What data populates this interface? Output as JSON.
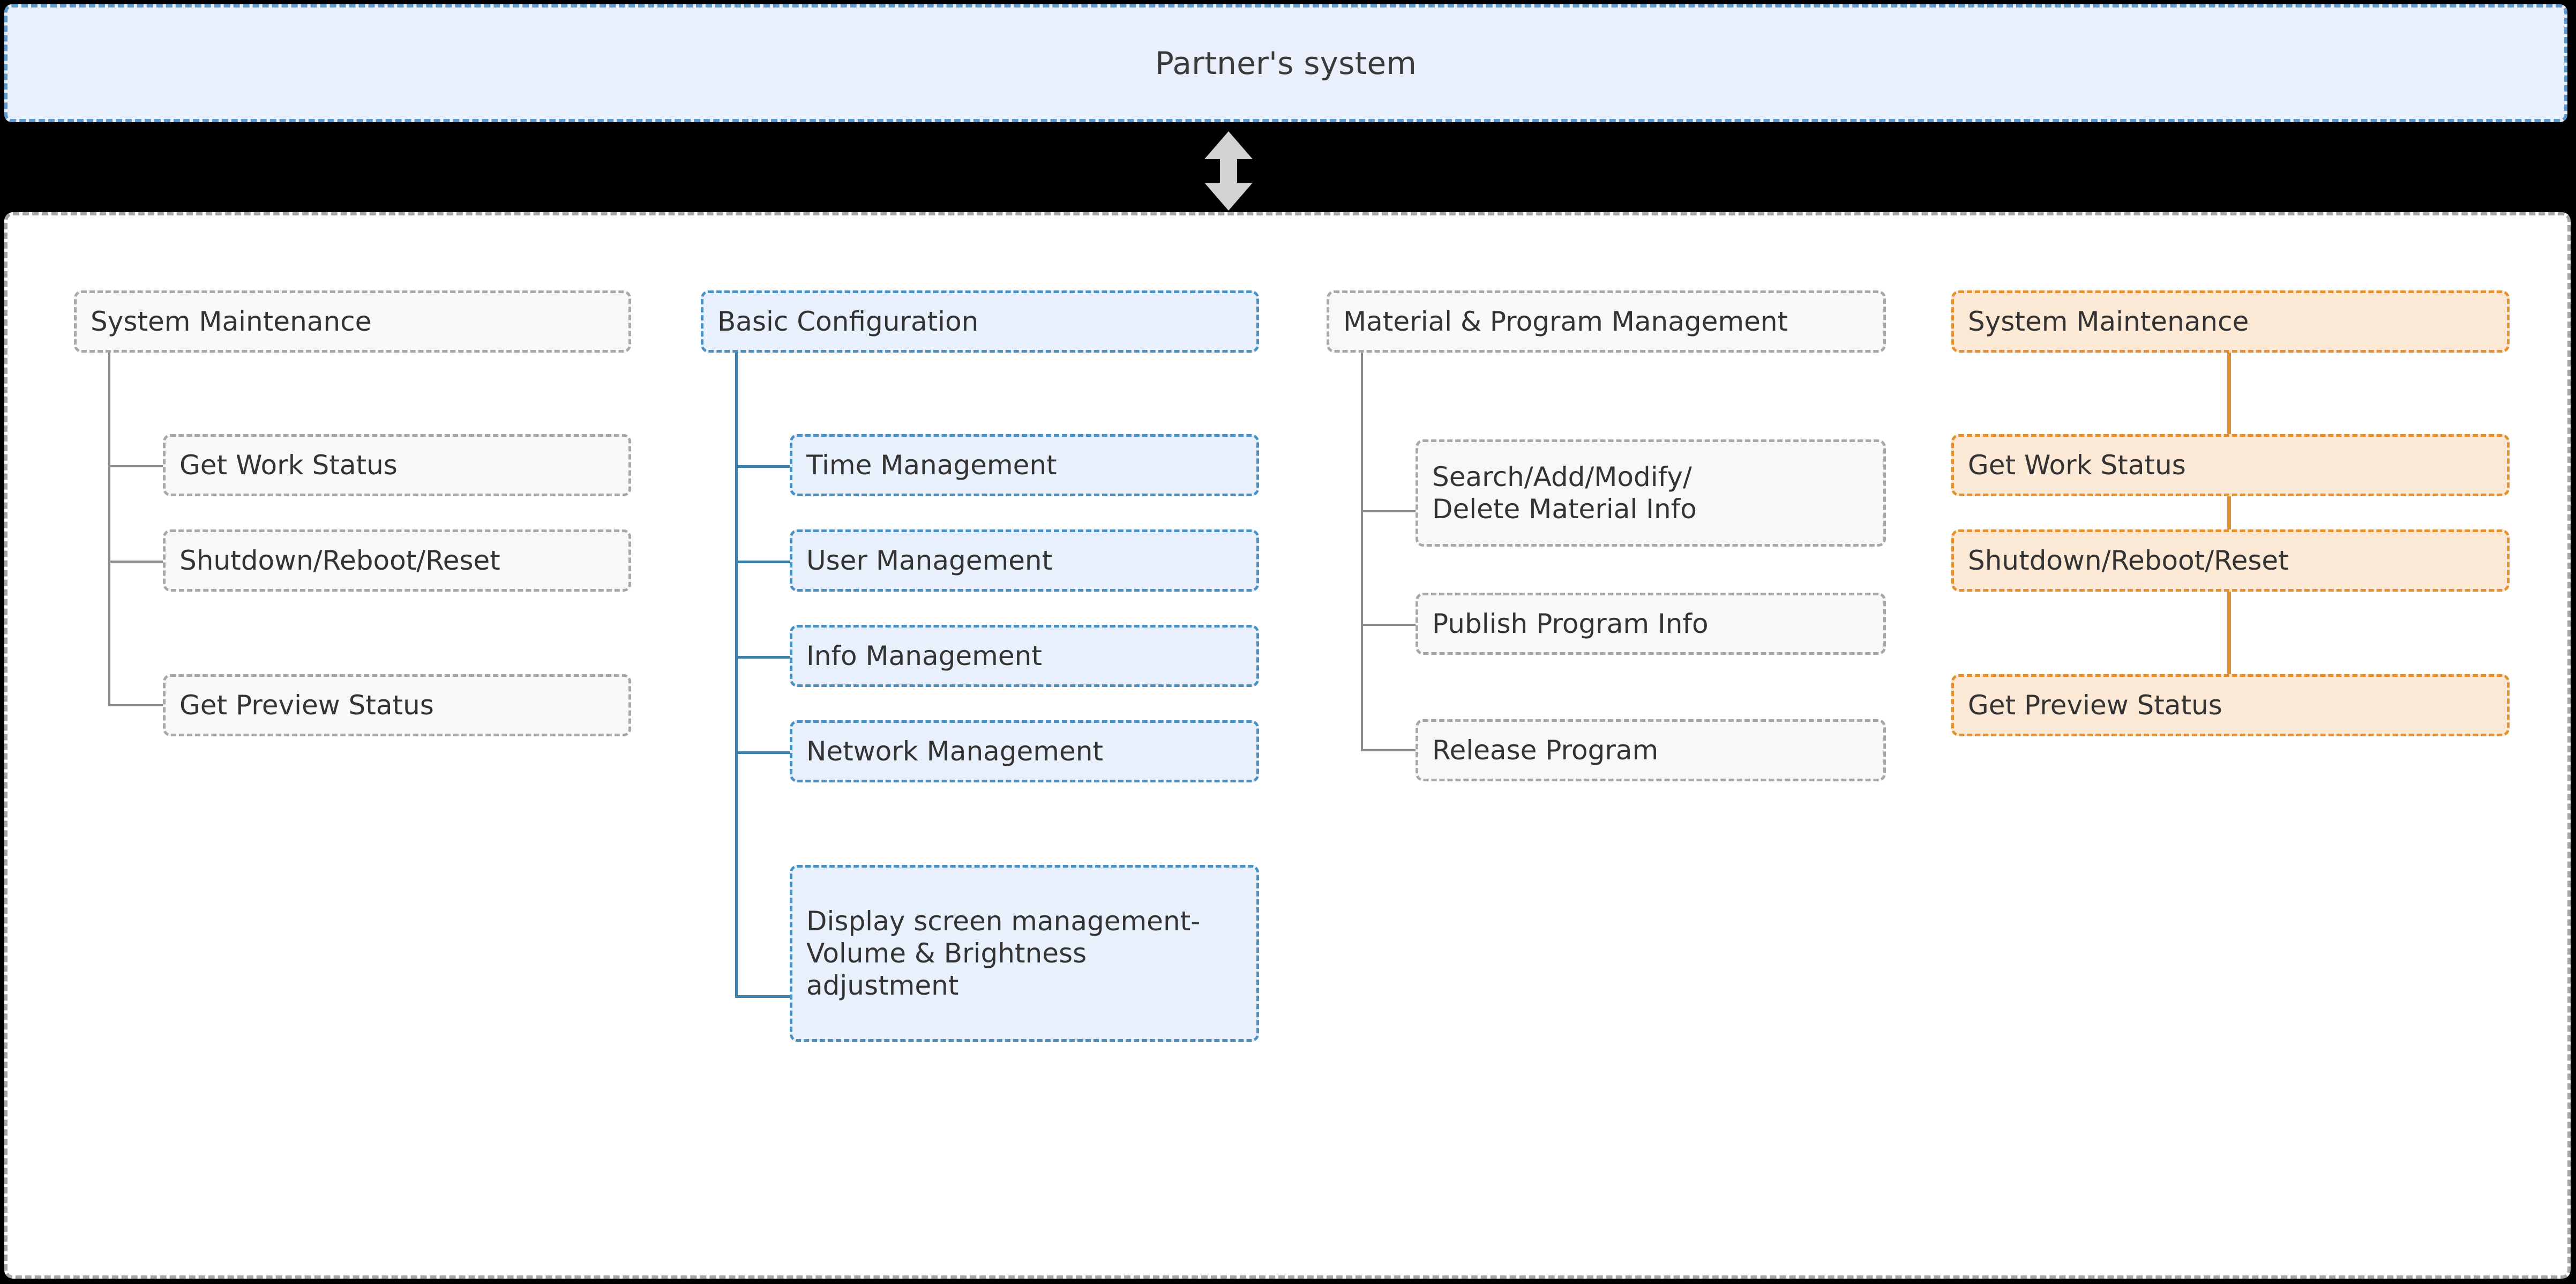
{
  "partner_band": {
    "label": "Partner's system",
    "fill": "#e9f0fc",
    "border": "#5b9bd1"
  },
  "sync_arrow": {
    "name": "bidirectional-sync-arrow",
    "color": "#d2d2d2"
  },
  "frame": {
    "fill": "#ffffff",
    "border": "#a6a6a6"
  },
  "columns": [
    {
      "id": "system-maintenance",
      "style": "gray",
      "layout": "tree",
      "accent": "#8c8c8c",
      "parent": {
        "label": "System Maintenance"
      },
      "children": [
        {
          "label": "Get Work Status"
        },
        {
          "label": "Shutdown/Reboot/Reset"
        },
        {
          "label": "Get Preview Status"
        }
      ]
    },
    {
      "id": "basic-configuration",
      "style": "blue",
      "layout": "tree",
      "accent": "#3d7ea6",
      "parent": {
        "label": "Basic Configuration"
      },
      "children": [
        {
          "label": "Time Management"
        },
        {
          "label": "User Management"
        },
        {
          "label": "Info Management"
        },
        {
          "label": "Network Management"
        },
        {
          "label": "Display screen management-Volume & Brightness adjustment"
        }
      ]
    },
    {
      "id": "material-program-management",
      "style": "gray",
      "layout": "tree",
      "accent": "#8c8c8c",
      "parent": {
        "label": "Material & Program Management"
      },
      "children": [
        {
          "label": "Search/Add/Modify/\nDelete Material Info"
        },
        {
          "label": "Publish Program Info"
        },
        {
          "label": "Release Program"
        }
      ]
    },
    {
      "id": "system-maintenance-chain",
      "style": "orange",
      "layout": "chain",
      "accent": "#e3922f",
      "nodes": [
        {
          "label": "System Maintenance"
        },
        {
          "label": "Get Work Status"
        },
        {
          "label": "Shutdown/Reboot/Reset"
        },
        {
          "label": "Get Preview Status"
        }
      ]
    }
  ]
}
